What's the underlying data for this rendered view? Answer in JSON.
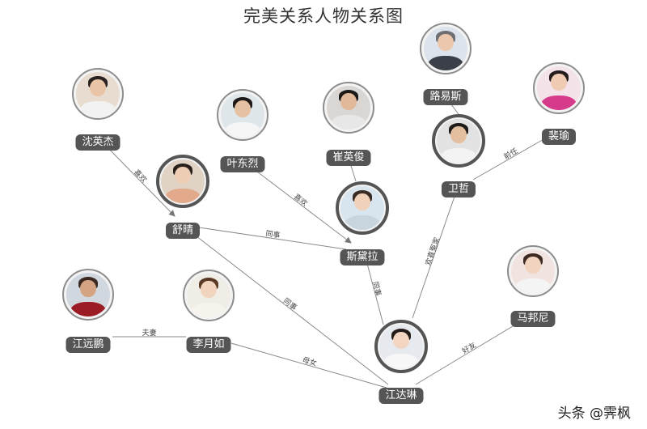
{
  "title": "完美关系人物关系图",
  "watermark": "头条 @霁枫",
  "nodes": [
    {
      "id": "shen",
      "name": "沈英杰"
    },
    {
      "id": "ye",
      "name": "叶东烈"
    },
    {
      "id": "cui",
      "name": "崔英俊"
    },
    {
      "id": "lu",
      "name": "路易斯"
    },
    {
      "id": "fei",
      "name": "裴瑜"
    },
    {
      "id": "wei",
      "name": "卫哲"
    },
    {
      "id": "shu",
      "name": "舒晴"
    },
    {
      "id": "si",
      "name": "斯黛拉"
    },
    {
      "id": "ma",
      "name": "马邦尼"
    },
    {
      "id": "jiangy",
      "name": "江远鹏"
    },
    {
      "id": "li",
      "name": "李月如"
    },
    {
      "id": "jiang",
      "name": "江达琳"
    }
  ],
  "edges": [
    {
      "from": "shen",
      "to": "shu",
      "label": "喜欢",
      "arrow": true
    },
    {
      "from": "ye",
      "to": "si",
      "label": "喜欢",
      "arrow": true
    },
    {
      "from": "cui",
      "to": "si",
      "label": "",
      "arrow": false
    },
    {
      "from": "lu",
      "to": "wei",
      "label": "",
      "arrow": false
    },
    {
      "from": "fei",
      "to": "wei",
      "label": "前任",
      "arrow": false
    },
    {
      "from": "shu",
      "to": "si",
      "label": "同事",
      "arrow": false
    },
    {
      "from": "shu",
      "to": "jiang",
      "label": "同事",
      "arrow": false
    },
    {
      "from": "si",
      "to": "jiang",
      "label": "同事",
      "arrow": false
    },
    {
      "from": "wei",
      "to": "jiang",
      "label": "欢喜冤家",
      "arrow": false
    },
    {
      "from": "ma",
      "to": "jiang",
      "label": "好友",
      "arrow": false
    },
    {
      "from": "jiangy",
      "to": "li",
      "label": "夫妻",
      "arrow": false
    },
    {
      "from": "li",
      "to": "jiang",
      "label": "母女",
      "arrow": false
    }
  ]
}
